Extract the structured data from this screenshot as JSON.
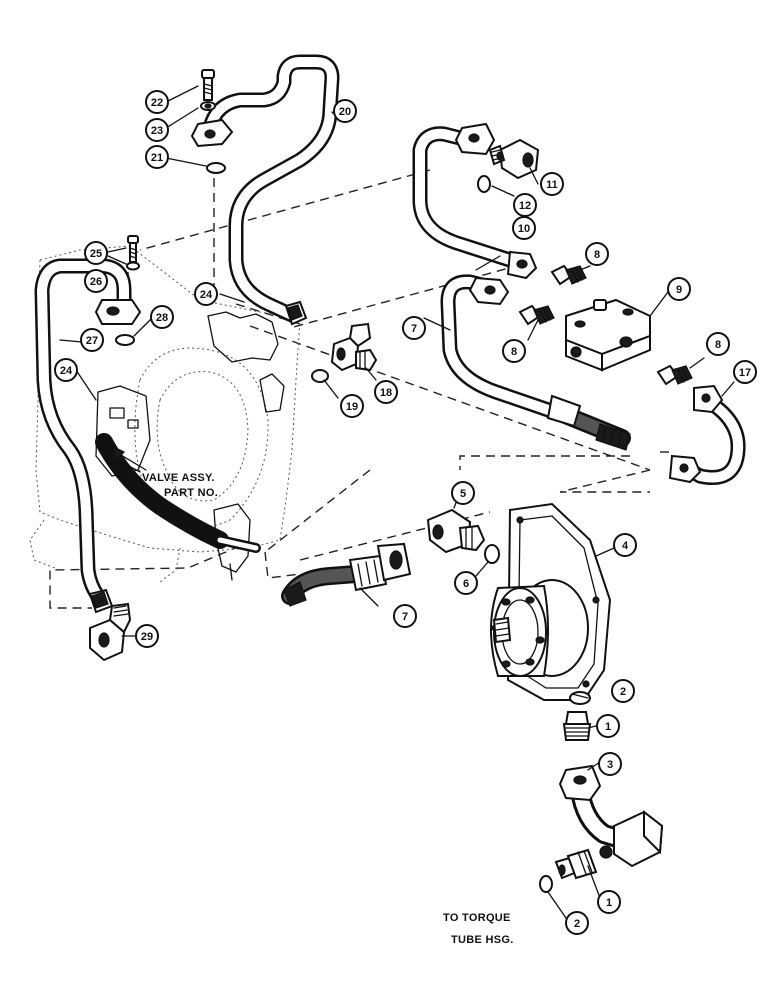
{
  "callouts": {
    "c1a": "1",
    "c1b": "1",
    "c2a": "2",
    "c2b": "2",
    "c3": "3",
    "c4": "4",
    "c5": "5",
    "c6": "6",
    "c7a": "7",
    "c7b": "7",
    "c8a": "8",
    "c8b": "8",
    "c8c": "8",
    "c9": "9",
    "c10": "10",
    "c11": "11",
    "c12": "12",
    "c17": "17",
    "c18": "18",
    "c19": "19",
    "c20": "20",
    "c21": "21",
    "c22": "22",
    "c23": "23",
    "c24a": "24",
    "c24b": "24",
    "c25": "25",
    "c26": "26",
    "c27": "27",
    "c28": "28",
    "c29": "29"
  },
  "notes": {
    "valve_line1": "VALVE ASSY.",
    "valve_line2": "PART NO.",
    "torque_line1": "TO TORQUE",
    "torque_line2": "TUBE HSG."
  }
}
